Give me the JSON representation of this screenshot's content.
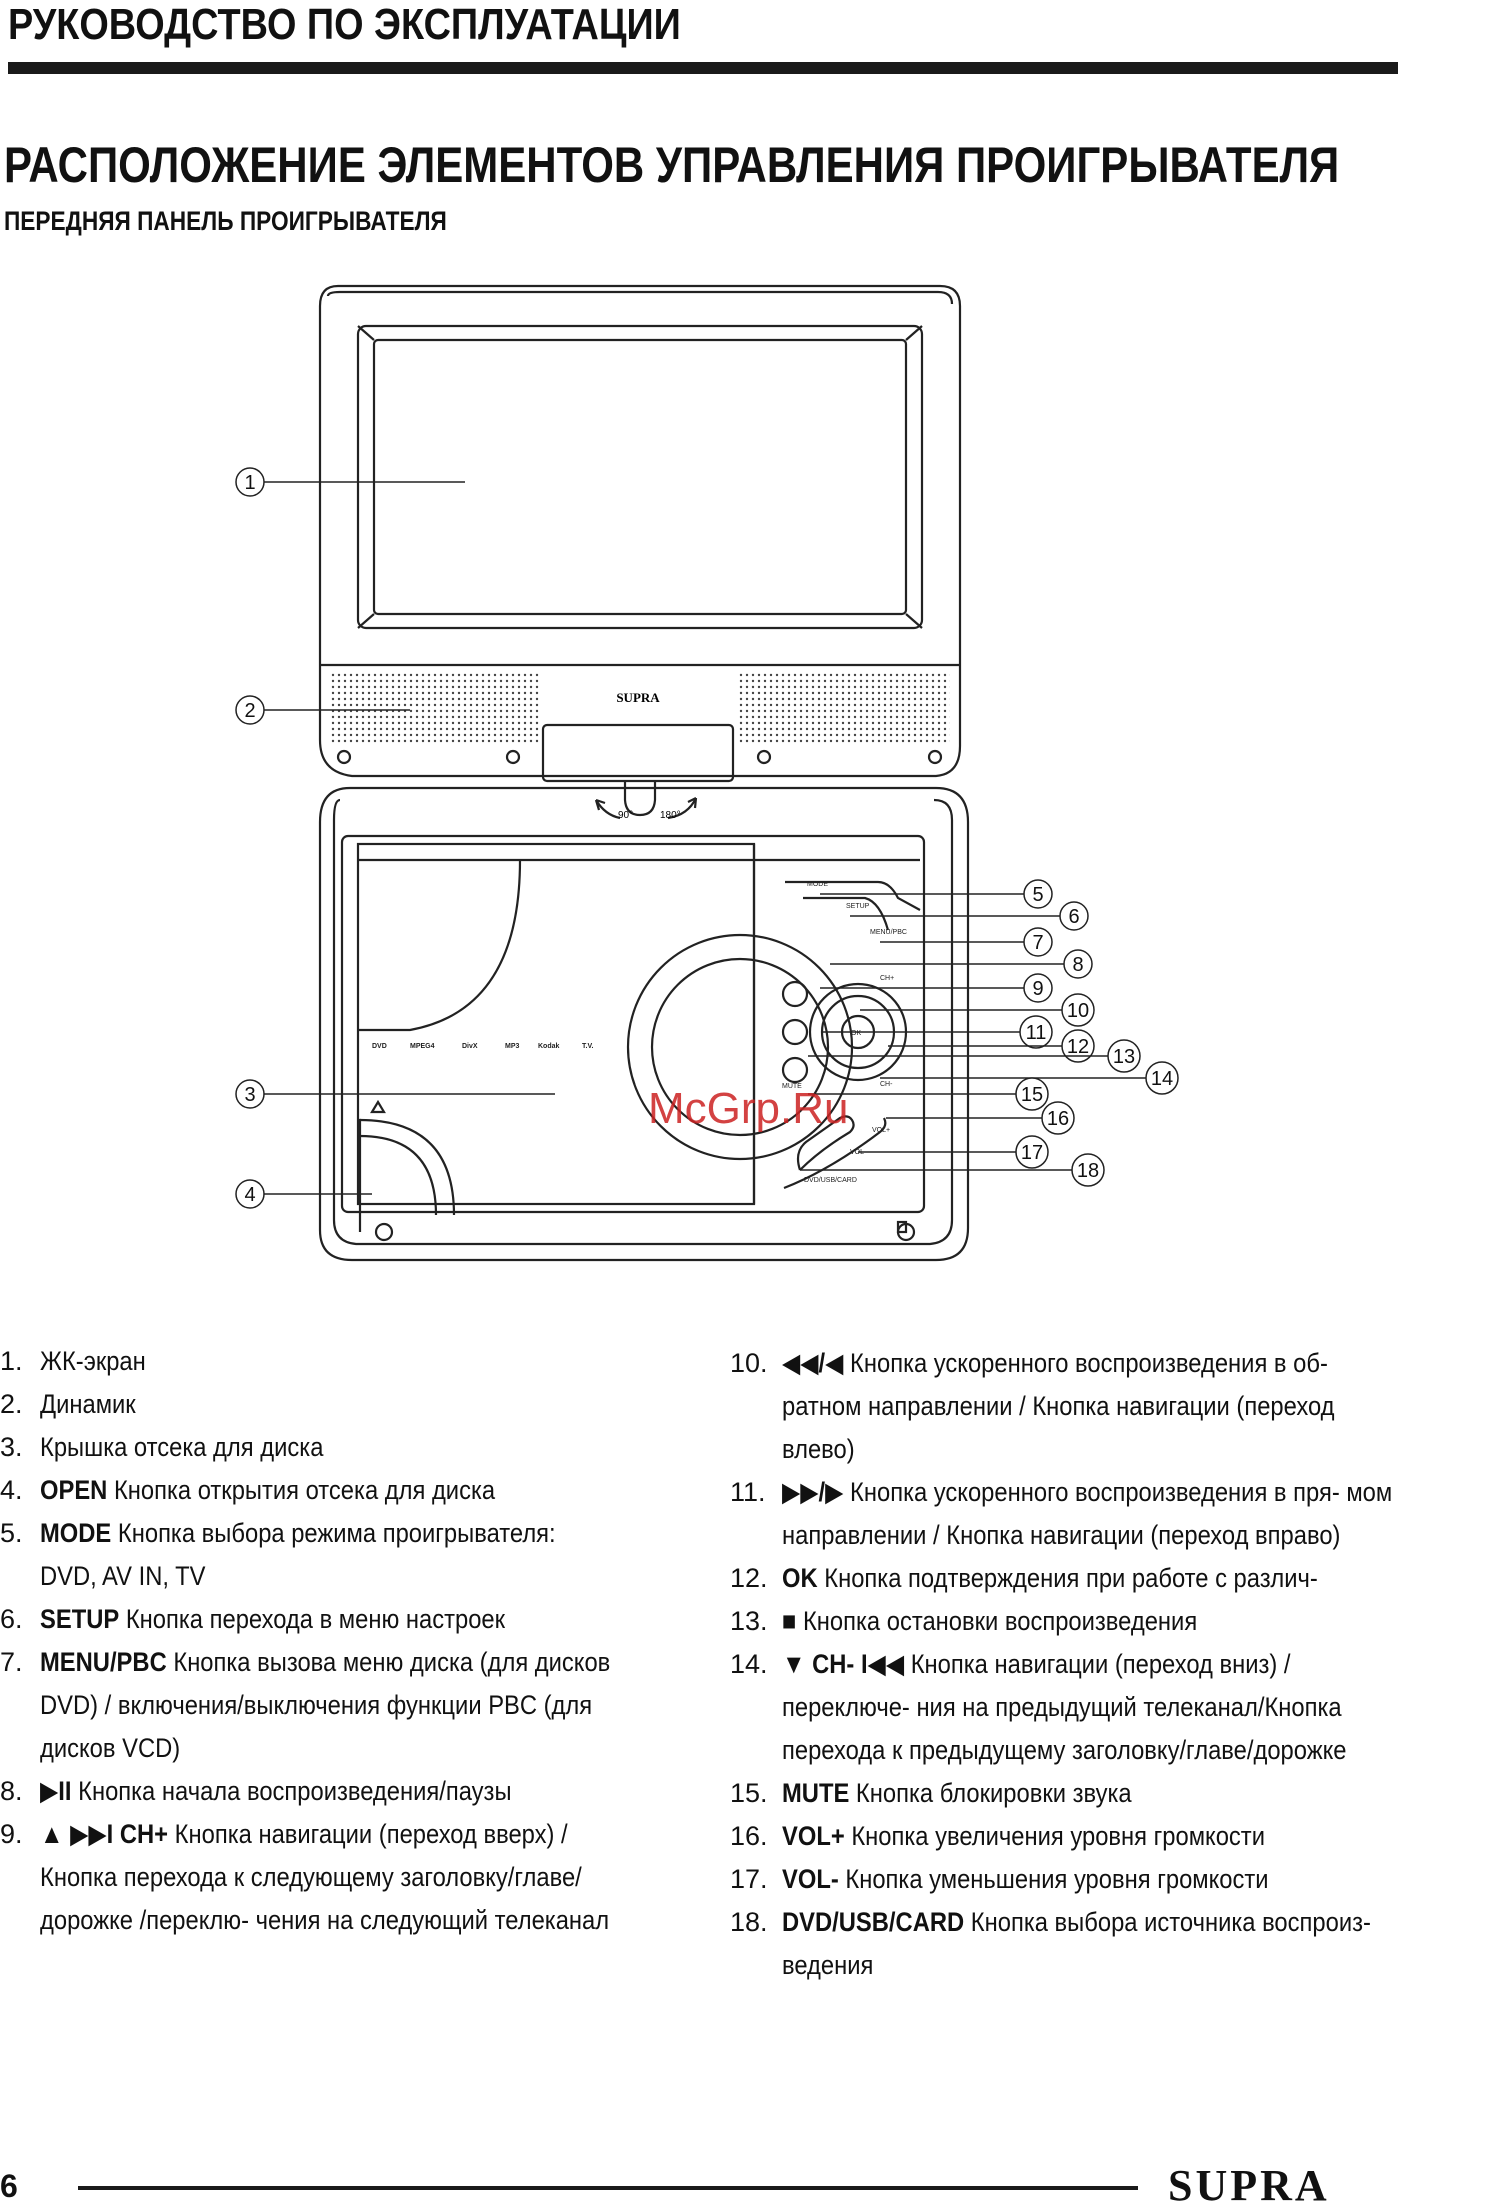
{
  "header": {
    "title": "РУКОВОДСТВО ПО ЭКСПЛУАТАЦИИ"
  },
  "section": {
    "title": "РАСПОЛОЖЕНИЕ ЭЛЕМЕНТОВ УПРАВЛЕНИЯ ПРОИГРЫВАТЕЛЯ",
    "subtitle": "ПЕРЕДНЯЯ ПАНЕЛЬ ПРОИГРЫВАТЕЛЯ"
  },
  "diagram": {
    "brand_on_device": "SUPRA",
    "rotation_labels": [
      "90°",
      "180°"
    ],
    "button_labels": [
      "MODE",
      "SETUP",
      "MENU/PBC",
      "CH+",
      "CH-",
      "MUTE",
      "VOL+",
      "VOL-",
      "DVD/USB/CARD",
      "OK"
    ],
    "logos": [
      "DVD",
      "MPEG4",
      "DivX",
      "MP3",
      "Kodak",
      "T.V."
    ],
    "callouts": [
      "1",
      "2",
      "3",
      "4",
      "5",
      "6",
      "7",
      "8",
      "9",
      "10",
      "11",
      "12",
      "13",
      "14",
      "15",
      "16",
      "17",
      "18"
    ]
  },
  "watermark": "McGrp.Ru",
  "items_left": [
    {
      "num": "1.",
      "key": "",
      "text": "ЖК-экран"
    },
    {
      "num": "2.",
      "key": "",
      "text": "Динамик"
    },
    {
      "num": "3.",
      "key": "",
      "text": "Крышка отсека для диска"
    },
    {
      "num": "4.",
      "key": "OPEN",
      "text": "Кнопка открытия отсека для диска"
    },
    {
      "num": "5.",
      "key": "MODE",
      "text": "Кнопка выбора режима проигрывателя: DVD, AV IN, TV"
    },
    {
      "num": "6.",
      "key": "SETUP",
      "text": "Кнопка перехода в меню настроек"
    },
    {
      "num": "7.",
      "key": "MENU/PBC",
      "text": "Кнопка вызова меню диска (для дисков DVD) / включения/выключения функции PBC (для дисков VCD)"
    },
    {
      "num": "8.",
      "key": "▶II",
      "text": "Кнопка начала воспроизведения/паузы"
    },
    {
      "num": "9.",
      "key": "▲ ▶▶I  CH+",
      "text": "Кнопка навигации (переход вверх) /Кнопка перехода к следующему заголовку/главе/дорожке /переклю- чения на следующий телеканал"
    }
  ],
  "items_right": [
    {
      "num": "10.",
      "key": "◀◀/◀",
      "text": "Кнопка ускоренного воспроизведения в об- ратном направлении / Кнопка навигации (переход влево)"
    },
    {
      "num": "11.",
      "key": "▶▶/▶",
      "text": "Кнопка ускоренного воспроизведения в пря- мом направлении / Кнопка навигации (переход вправо)"
    },
    {
      "num": "12.",
      "key": "OK",
      "text": "Кнопка подтверждения при работе с различ-"
    },
    {
      "num": "13.",
      "key": "■",
      "text": "Кнопка остановки воспроизведения"
    },
    {
      "num": "14.",
      "key": "▼ CH- I◀◀",
      "text": "Кнопка навигации (переход вниз) / переключе- ния на предыдущий телеканал/Кнопка перехода к предыдущему заголовку/главе/дорожке"
    },
    {
      "num": "15.",
      "key": "MUTE",
      "text": "Кнопка блокировки звука"
    },
    {
      "num": "16.",
      "key": "VOL+",
      "text": "Кнопка увеличения уровня громкости"
    },
    {
      "num": "17.",
      "key": "VOL-",
      "text": "Кнопка уменьшения уровня громкости"
    },
    {
      "num": "18.",
      "key": "DVD/USB/CARD",
      "text": "Кнопка выбора источника воспроиз- ведения"
    }
  ],
  "footer": {
    "page": "6",
    "logo": "SUPRA"
  }
}
